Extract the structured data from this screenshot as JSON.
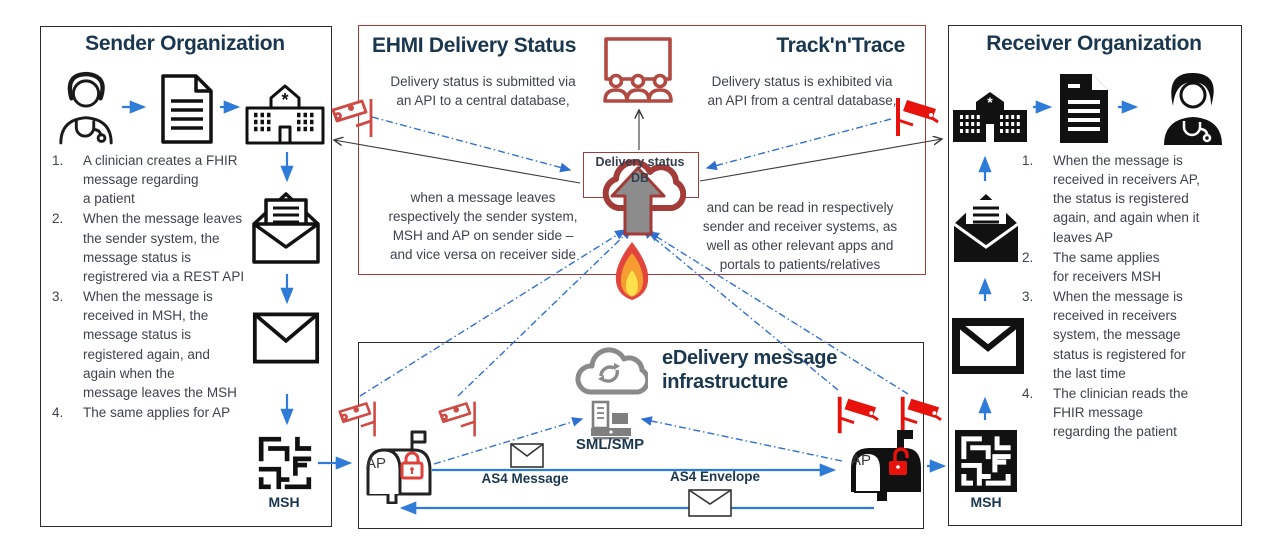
{
  "sender": {
    "title": "Sender Organization",
    "nums": [
      "1.",
      "2.",
      "3.",
      "4."
    ],
    "items": [
      "A clinician creates a FHIR\nmessage regarding\na patient",
      "When the message leaves\nthe sender system, the\nmessage status is\nregistrered via a REST API",
      "When the message is\nreceived in MSH, the\nmessage status is\nregistered again, and\nagain when the\nmessage leaves the MSH",
      "The same applies for AP"
    ],
    "msh_label": "MSH"
  },
  "ehmi": {
    "title_left": "EHMI Delivery Status",
    "title_right": "Track'n'Trace",
    "left_top": "Delivery status is submitted via\nan API to a central database,",
    "left_bottom": "when a message leaves\nrespectively the sender system,\nMSH and AP on sender side –\nand vice versa on receiver side",
    "right_top": "Delivery status is exhibited via\nan API from a central database,",
    "right_bottom": "and can be read in respectively\nsender and receiver systems, as\nwell as other relevant apps and\nportals to patients/relatives",
    "db_label": "Delivery status\nDB"
  },
  "receiver": {
    "title": "Receiver Organization",
    "nums": [
      "1.",
      "2.",
      "3.",
      "4."
    ],
    "items": [
      "When the message is\nreceived in receivers AP,\nthe status is registered\nagain, and again when it\nleaves AP",
      "The same applies\nfor receivers MSH",
      "When the message is\nreceived in receivers\nsystem, the message\nstatus is registered for\nthe last time",
      "The clinician reads the\nFHIR message\nregarding the patient"
    ],
    "msh_label": "MSH"
  },
  "edelivery": {
    "title": "eDelivery message\ninfrastructure",
    "sml_label": "SML/SMP",
    "ap_left": "AP",
    "ap_right": "AP",
    "as4_message": "AS4 Message",
    "as4_envelope": "AS4 Envelope"
  },
  "colors": {
    "title_navy": "#1b374f",
    "body_text": "#3d434b",
    "red_border": "#a33b38",
    "bright_red": "#e8120c",
    "outline_red": "#cf4a44",
    "blue_arrow": "#2f7bd8",
    "gray_icon": "#7f7f7f"
  }
}
